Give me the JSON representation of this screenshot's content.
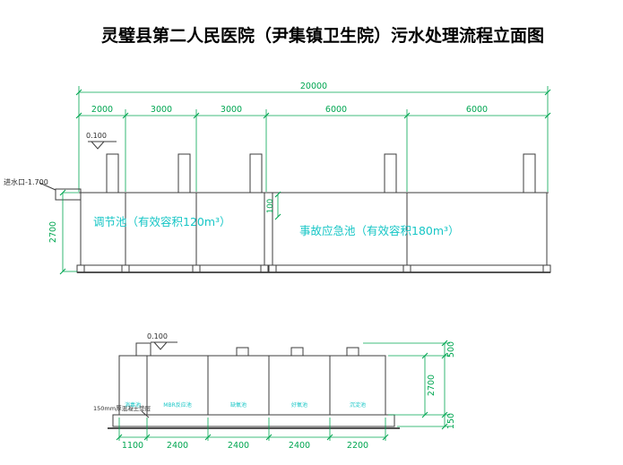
{
  "title": "灵璧县第二人民医院（尹集镇卫生院）污水处理流程立面图",
  "colors": {
    "dimension_green": "#00a651",
    "tank_label_cyan": "#17c6c6",
    "line_dark": "#3c3c3c",
    "background": "#ffffff"
  },
  "upper": {
    "total_dim": "20000",
    "segment_dims": [
      "2000",
      "3000",
      "3000",
      "6000",
      "6000"
    ],
    "elevation": "0.100",
    "inlet_label": "进水口-1.700",
    "depth_dim": "2700",
    "freeboard_dim": "100",
    "tank1_label": "调节池（有效容积120m³）",
    "tank2_label": "事故应急池（有效容积180m³）"
  },
  "lower": {
    "elevation": "0.100",
    "slab_note": "150mm厚混凝土垫层",
    "tank_labels": [
      "消毒池",
      "MBR反应池",
      "缺氧池",
      "好氧池",
      "沉淀池"
    ],
    "bottom_dims": [
      "1100",
      "2400",
      "2400",
      "2400",
      "2200"
    ],
    "right_dims": [
      "500",
      "2700",
      "150"
    ]
  }
}
